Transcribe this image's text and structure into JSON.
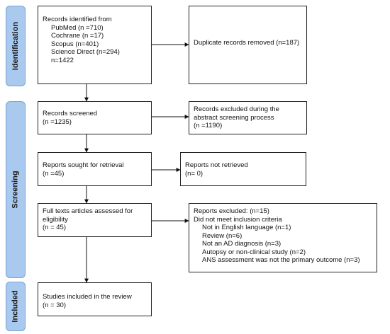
{
  "phases": {
    "identification": "Identification",
    "screening": "Screening",
    "included": "Included"
  },
  "identified": {
    "title": "Records identified from",
    "pubmed": "PubMed (n =710)",
    "cochrane": "Cochrane (n =17)",
    "scopus": "Scopus (n=401)",
    "science_direct": "Science Direct (n=294)",
    "total": "n=1422"
  },
  "duplicates": {
    "text": "Duplicate records removed (n=187)"
  },
  "screened": {
    "title": "Records screened",
    "count": "(n =1235)"
  },
  "excluded_abstract": {
    "line1": "Records excluded during the",
    "line2": "abstract screening process",
    "count": "(n =1190)"
  },
  "retrieval": {
    "title": "Reports sought for retrieval",
    "count": "(n =45)"
  },
  "not_retrieved": {
    "title": "Reports not retrieved",
    "count": "(n= 0)"
  },
  "eligibility": {
    "line1": "Full texts articles assessed for",
    "line2": "eligibility",
    "count": "(n = 45)"
  },
  "reports_excluded": {
    "title": "Reports excluded: (n=15)",
    "subtitle": "Did not meet inclusion criteria",
    "reasons": [
      "Not in English language (n=1)",
      "Review (n=6)",
      "Not an AD diagnosis (n=3)",
      "Autopsy or non-clinical study (n=2)",
      "ANS assessment was not the primary outcome (n=3)"
    ]
  },
  "included": {
    "title": "Studies included in the review",
    "count": "(n = 30)"
  }
}
